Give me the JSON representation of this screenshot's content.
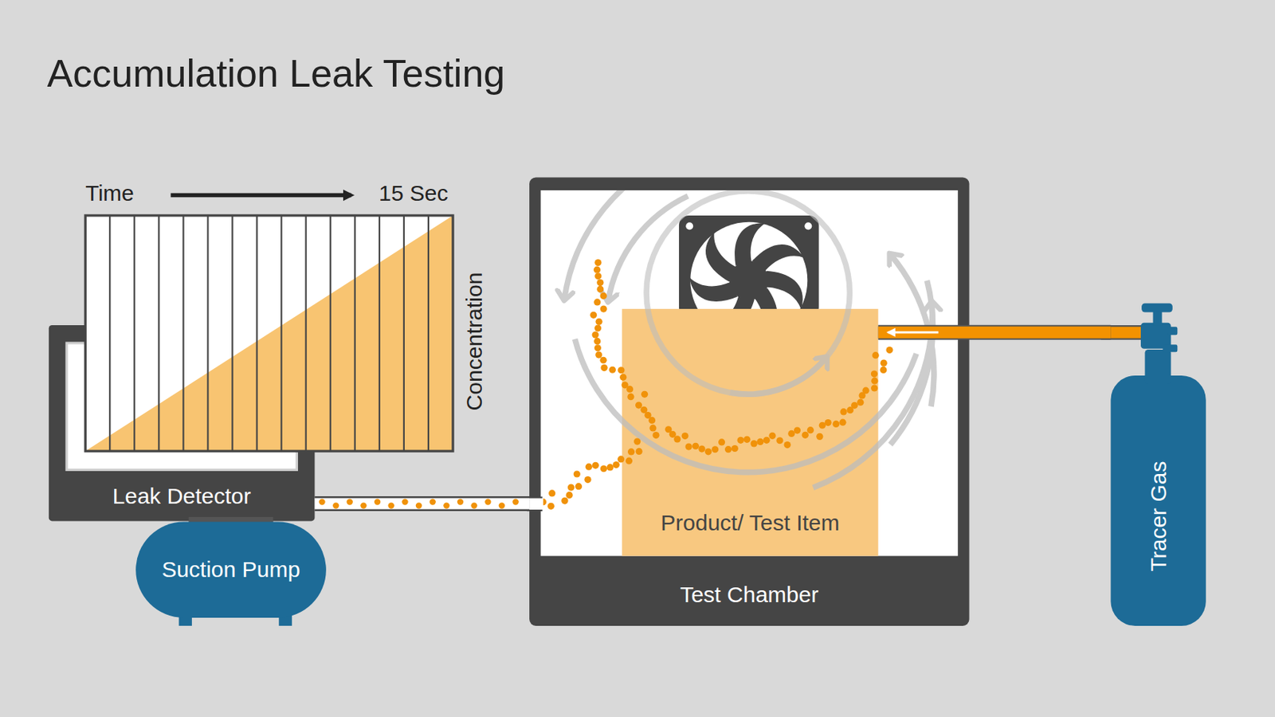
{
  "diagram": {
    "title": "Accumulation Leak Testing",
    "nodes": [
      {
        "text": [
          "Leak Detector"
        ]
      },
      {
        "text": [
          "Suction Pump"
        ]
      },
      {
        "text": [
          "Test Chamber"
        ]
      },
      {
        "text": [
          "Product/ Test Item"
        ],
        "in": 2
      },
      {
        "text": [
          "Tracer Gas"
        ]
      }
    ],
    "edges": [
      {
        "from": 4,
        "to": 3,
        "arrow": "to"
      },
      {
        "from": 2,
        "to": 0,
        "arrow": "none"
      }
    ],
    "labels": [
      "Time",
      "15 Sec",
      "Concentration"
    ]
  }
}
